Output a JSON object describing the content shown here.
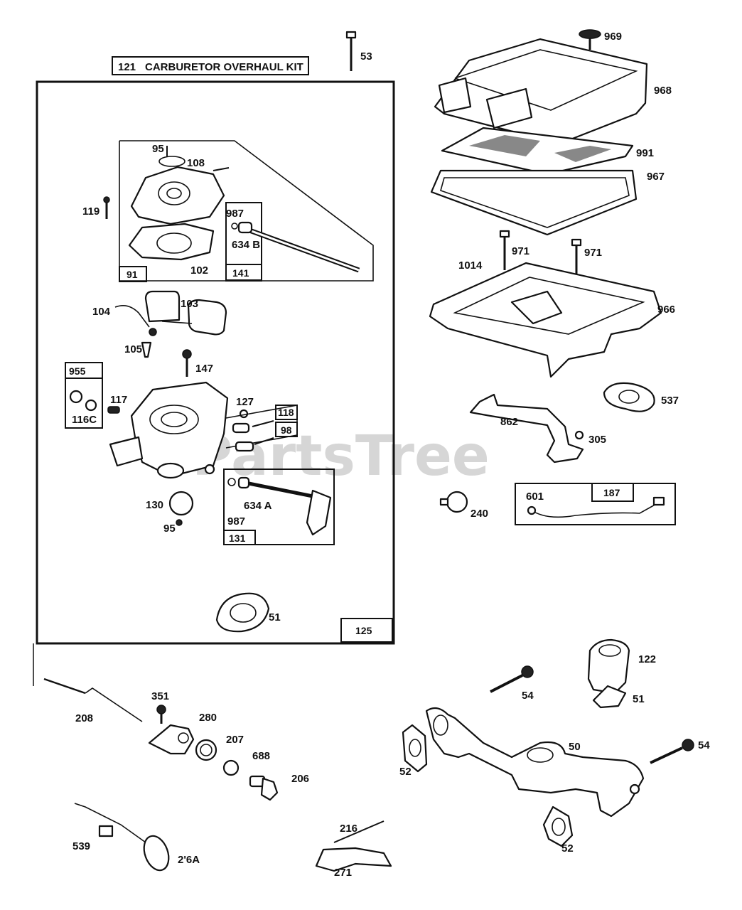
{
  "kit_title": {
    "number": "121",
    "text": "CARBURETOR OVERHAUL KIT"
  },
  "watermark": "PartsTree",
  "box_labels": {
    "main": "125",
    "sub_91": "91",
    "sub_141": "141",
    "sub_955": "955",
    "sub_118": "118",
    "sub_98": "98",
    "sub_131": "131",
    "sub_187": "187"
  },
  "labels": {
    "p53": "53",
    "p969": "969",
    "p968": "968",
    "p991": "991",
    "p967": "967",
    "p971a": "971",
    "p971b": "971",
    "p1014": "1014",
    "p966": "966",
    "p537": "537",
    "p862": "862",
    "p305": "305",
    "p240": "240",
    "p601": "601",
    "p95a": "95",
    "p108": "108",
    "p119": "119",
    "p987a": "987",
    "p634b": "634 B",
    "p102": "102",
    "p104": "104",
    "p103": "103",
    "p105": "105",
    "p147": "147",
    "p117": "117",
    "p116c": "116C",
    "p127": "127",
    "p130": "130",
    "p95b": "95",
    "p987b": "987",
    "p634a": "634 A",
    "p51a": "51",
    "p208": "208",
    "p351": "351",
    "p280": "280",
    "p207": "207",
    "p688": "688",
    "p206": "206",
    "p539": "539",
    "p216a": "2'6A",
    "p216": "216",
    "p271": "271",
    "p54a": "54",
    "p122": "122",
    "p51b": "51",
    "p52a": "52",
    "p50": "50",
    "p54b": "54",
    "p52b": "52"
  }
}
